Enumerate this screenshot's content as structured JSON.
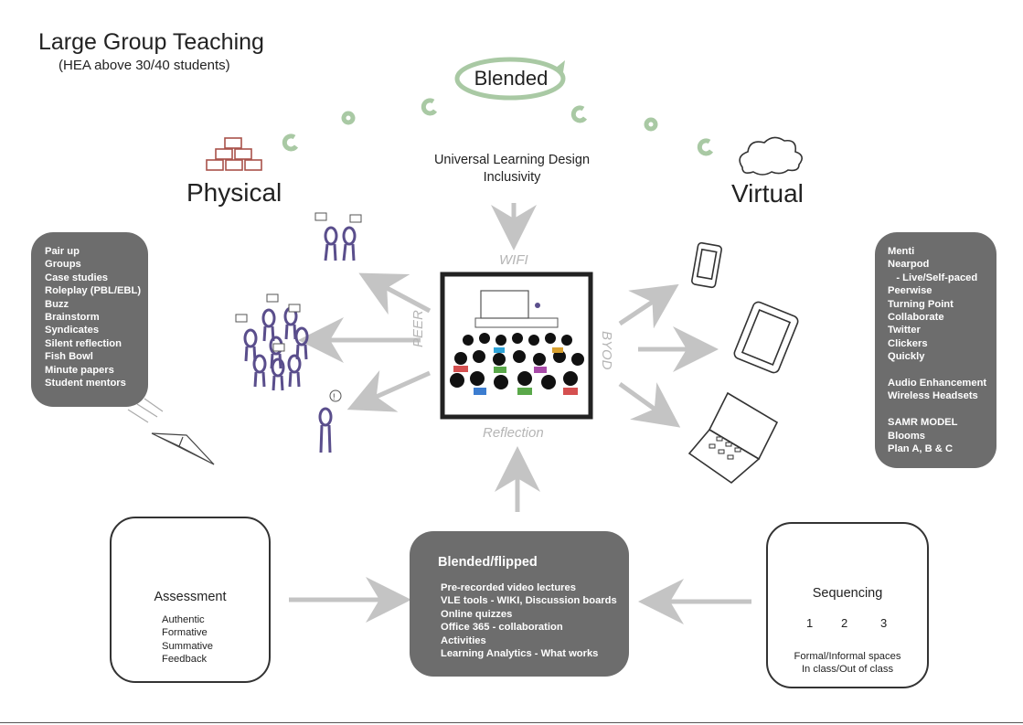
{
  "title": "Large Group Teaching",
  "subtitle": "(HEA above 30/40 students)",
  "blended": "Blended",
  "physical": "Physical",
  "virtual": "Virtual",
  "center_text": [
    "Universal Learning Design",
    "Inclusivity"
  ],
  "labels": {
    "wifi": "WIFI",
    "peer": "PEER",
    "byod": "BYOD",
    "reflection": "Reflection"
  },
  "left_box": [
    "Pair up",
    "Groups",
    "Case studies",
    "Roleplay (PBL/EBL)",
    "Buzz",
    "Brainstorm",
    "Syndicates",
    "Silent reflection",
    "Fish Bowl",
    "Minute papers",
    "Student mentors"
  ],
  "right_box": [
    "Menti",
    "Nearpod",
    "   - Live/Self-paced",
    "Peerwise",
    "Turning Point",
    "Collaborate",
    "Twitter",
    "Clickers",
    "Quickly",
    "",
    "Audio Enhancement",
    "Wireless Headsets",
    "",
    "SAMR MODEL",
    "Blooms",
    "Plan A, B & C"
  ],
  "blended_box": {
    "title": "Blended/flipped",
    "items": [
      "Pre-recorded video lectures",
      "VLE tools - WIKI, Discussion boards",
      "Online quizzes",
      "Office 365 - collaboration",
      "Activities",
      "Learning Analytics - What works"
    ]
  },
  "assessment": {
    "title": "Assessment",
    "items": [
      "Authentic",
      "Formative",
      "Summative",
      "Feedback"
    ]
  },
  "sequencing": {
    "title": "Sequencing",
    "steps": [
      "1",
      "2",
      "3"
    ],
    "lines": [
      "Formal/Informal spaces",
      "In class/Out of class"
    ]
  },
  "colors": {
    "accent_green": "#a9c9a4",
    "arrow_gray": "#c4c4c4",
    "box_gray": "#6d6d6d",
    "brick_red": "#a8524a",
    "people_purple": "#5a4e8c"
  }
}
